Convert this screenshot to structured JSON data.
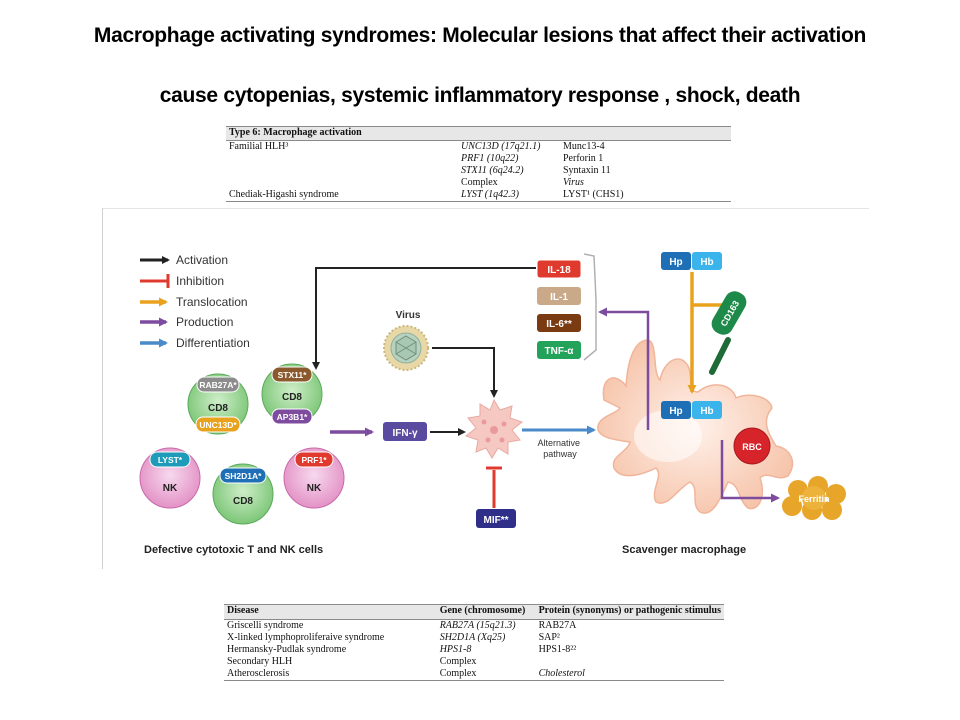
{
  "title": {
    "line1": "Macrophage activating syndromes: Molecular lesions that affect their activation",
    "line2": "cause cytopenias, systemic inflammatory response , shock, death"
  },
  "top_table": {
    "header": "Type 6: Macrophage activation",
    "rows": [
      {
        "disease": "Familial HLH³",
        "gene": "UNC13D (17q21.1)",
        "protein": "Munc13-4"
      },
      {
        "disease": "",
        "gene": "PRF1 (10q22)",
        "protein": "Perforin 1"
      },
      {
        "disease": "",
        "gene": "STX11 (6q24.2)",
        "protein": "Syntaxin 11"
      },
      {
        "disease": "",
        "gene": "Complex",
        "protein": "Virus"
      },
      {
        "disease": "Chediak-Higashi syndrome",
        "gene": "LYST (1q42.3)",
        "protein": "LYST¹ (CHS1)"
      }
    ]
  },
  "legend": [
    {
      "label": "Activation",
      "color": "#222222"
    },
    {
      "label": "Inhibition",
      "color": "#e03a2f"
    },
    {
      "label": "Translocation",
      "color": "#e8a21e"
    },
    {
      "label": "Production",
      "color": "#7e4c9e"
    },
    {
      "label": "Differentiation",
      "color": "#4a8ac8"
    }
  ],
  "cells": {
    "t1": {
      "label": "CD8",
      "top": "RAB27A*",
      "bottom": "UNC13D*"
    },
    "t2": {
      "label": "CD8",
      "top": "STX11*",
      "bottom": "AP3B1*"
    },
    "nk1": {
      "label": "NK",
      "tag": "LYST*"
    },
    "t3": {
      "label": "CD8",
      "tag": "SH2D1A*"
    },
    "nk2": {
      "label": "NK",
      "tag": "PRF1*"
    },
    "caption": "Defective cytotoxic T and  NK cells"
  },
  "virus_label": "Virus",
  "ifn_label": "IFN-γ",
  "mif_label": "MIF**",
  "alt_pathway_label": "Alternative\npathway",
  "cytokines": [
    "IL-18",
    "IL-1",
    "IL-6**",
    "TNF-α"
  ],
  "hp_label": "Hp",
  "hb_label": "Hb",
  "cd163_label": "CD163",
  "rbc_label": "RBC",
  "ferritin_label": "Ferritin",
  "macrophage_caption": "Scavenger macrophage",
  "bottom_table": {
    "headers": [
      "Disease",
      "Gene (chromosome)",
      "Protein (synonyms) or pathogenic stimulus"
    ],
    "rows": [
      {
        "disease": "Griscelli syndrome",
        "gene": "RAB27A (15q21.3)",
        "protein": "RAB27A"
      },
      {
        "disease": "X-linked lymphoproliferaive syndrome",
        "gene": "SH2D1A (Xq25)",
        "protein": "SAP²"
      },
      {
        "disease": "Hermansky-Pudlak syndrome",
        "gene": "HPS1-8",
        "protein": "HPS1-8²²"
      },
      {
        "disease": "Secondary HLH",
        "gene": "Complex",
        "protein": ""
      },
      {
        "disease": "Atherosclerosis",
        "gene": "Complex",
        "protein": "Cholesterol"
      }
    ]
  },
  "colors": {
    "activation": "#222222",
    "inhibition": "#e03a2f",
    "translocation": "#e8a21e",
    "production": "#7e4c9e",
    "differentiation": "#4a8ac8",
    "cd8_cell": "#8fcf8b",
    "nk_cell": "#e8a3cf",
    "macrophage": "#fbdccc",
    "il18": "#e03a2f",
    "il1": "#c9a987",
    "il6": "#7a3b12",
    "tnf": "#23a35a",
    "hp": "#1f6fb6",
    "hb": "#3ab4ea",
    "ferritin": "#e7a52a",
    "rbc": "#d6242a",
    "ifn": "#5a4aa0",
    "mif": "#2f2f8a"
  }
}
